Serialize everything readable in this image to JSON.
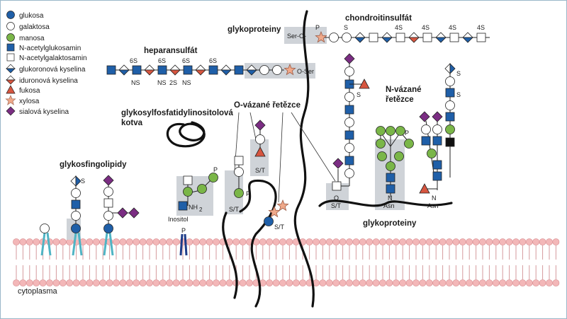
{
  "legend": [
    {
      "label": "glukosa",
      "icon": "blue-circle-icon"
    },
    {
      "label": "galaktosa",
      "icon": "white-circle-icon"
    },
    {
      "label": "manosa",
      "icon": "green-circle-icon"
    },
    {
      "label": "N-acetylglukosamin",
      "icon": "blue-square-icon"
    },
    {
      "label": "N-acetylgalaktosamin",
      "icon": "white-square-icon"
    },
    {
      "label": "glukoronová kyselina",
      "icon": "half-blue-diamond-icon"
    },
    {
      "label": "iduronová kyselina",
      "icon": "half-red-diamond-icon"
    },
    {
      "label": "fukosa",
      "icon": "red-triangle-icon"
    },
    {
      "label": "xylosa",
      "icon": "orange-star-icon"
    },
    {
      "label": "sialová kyselina",
      "icon": "purple-diamond-icon"
    }
  ],
  "labels": {
    "heparansulfate": "heparansulfát",
    "chondroitinsulfate": "chondroitinsulfát",
    "glycoproteins_top": "glykoproteiny",
    "gpi_line1": "glykosylfosfatidylinositolová",
    "gpi_line2": "kotva",
    "glycosphingolipids": "glykosfingolipidy",
    "o_linked": "O-vázané řetězce",
    "n_linked_line1": "N-vázané",
    "n_linked_line2": "řetězce",
    "glycoproteins_bottom": "glykoproteiny",
    "cytoplasm": "cytoplasma",
    "inositol": "Inositol",
    "nh2": "NH",
    "nh2_sub": "2",
    "p": "P",
    "s": "S",
    "six_s": "6S",
    "four_s": "4S",
    "two_s": "2S",
    "ns": "NS",
    "ser_o": "Ser-O-",
    "o_ser": "O-Ser",
    "st": "S/T",
    "o": "O",
    "n": "N",
    "asn": "Asn"
  },
  "colors": {
    "glucose": "#1f5fa8",
    "green": "#7ab648",
    "red": "#d7553f",
    "purple": "#7b2d83",
    "xylose": "#f0a98a",
    "membrane": "#f3b7b8",
    "tail": "#4fb4c4",
    "box": "#cfd3d8"
  }
}
